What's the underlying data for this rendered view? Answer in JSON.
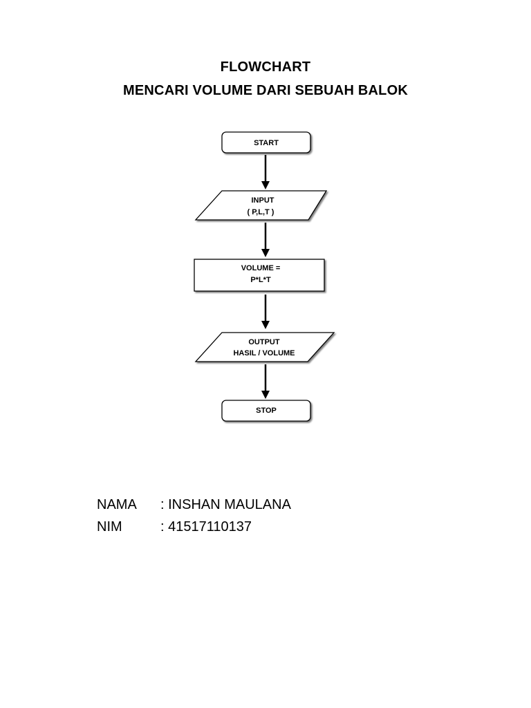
{
  "title": {
    "line1": "FLOWCHART",
    "line2": "MENCARI VOLUME DARI SEBUAH BALOK"
  },
  "flowchart": {
    "start": "START",
    "input": [
      "INPUT",
      "( P,L,T )"
    ],
    "process": [
      "VOLUME =",
      "P*L*T"
    ],
    "output": [
      "OUTPUT",
      "HASIL / VOLUME"
    ],
    "stop": "STOP"
  },
  "info": {
    "nama_label": "NAMA",
    "nama_value": ": INSHAN MAULANA",
    "nim_label": "NIM",
    "nim_value": ": 41517110137"
  }
}
